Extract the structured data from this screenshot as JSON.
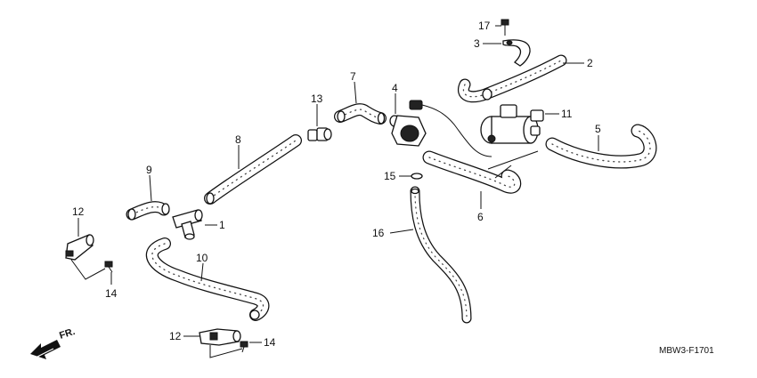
{
  "diagram": {
    "callouts": [
      "1",
      "2",
      "3",
      "4",
      "5",
      "6",
      "7",
      "8",
      "9",
      "10",
      "11",
      "12",
      "12",
      "13",
      "14",
      "14",
      "15",
      "16",
      "17"
    ],
    "drawing_code": "MBW3-F1701",
    "front_marker": "FR."
  }
}
